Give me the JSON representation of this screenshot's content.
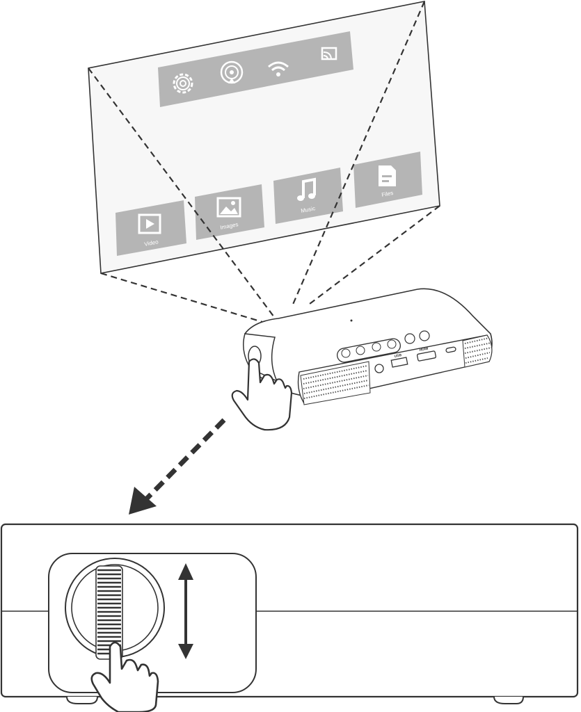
{
  "diagram": {
    "projected_screen": {
      "top_icons": [
        {
          "icon": "gear-icon"
        },
        {
          "icon": "airplay-icon"
        },
        {
          "icon": "wifi-icon"
        },
        {
          "icon": "cast-icon"
        }
      ],
      "tiles": [
        {
          "label": "Video",
          "icon": "play-icon"
        },
        {
          "label": "Images",
          "icon": "image-icon"
        },
        {
          "label": "Music",
          "icon": "music-note-icon"
        },
        {
          "label": "Files",
          "icon": "file-icon"
        }
      ]
    },
    "projector": {
      "ports": [
        "USB",
        "HDMI"
      ]
    },
    "colors": {
      "line": "#333333",
      "tile_fill": "#b5b5b5",
      "screen_fill": "#f7f7f7"
    }
  }
}
